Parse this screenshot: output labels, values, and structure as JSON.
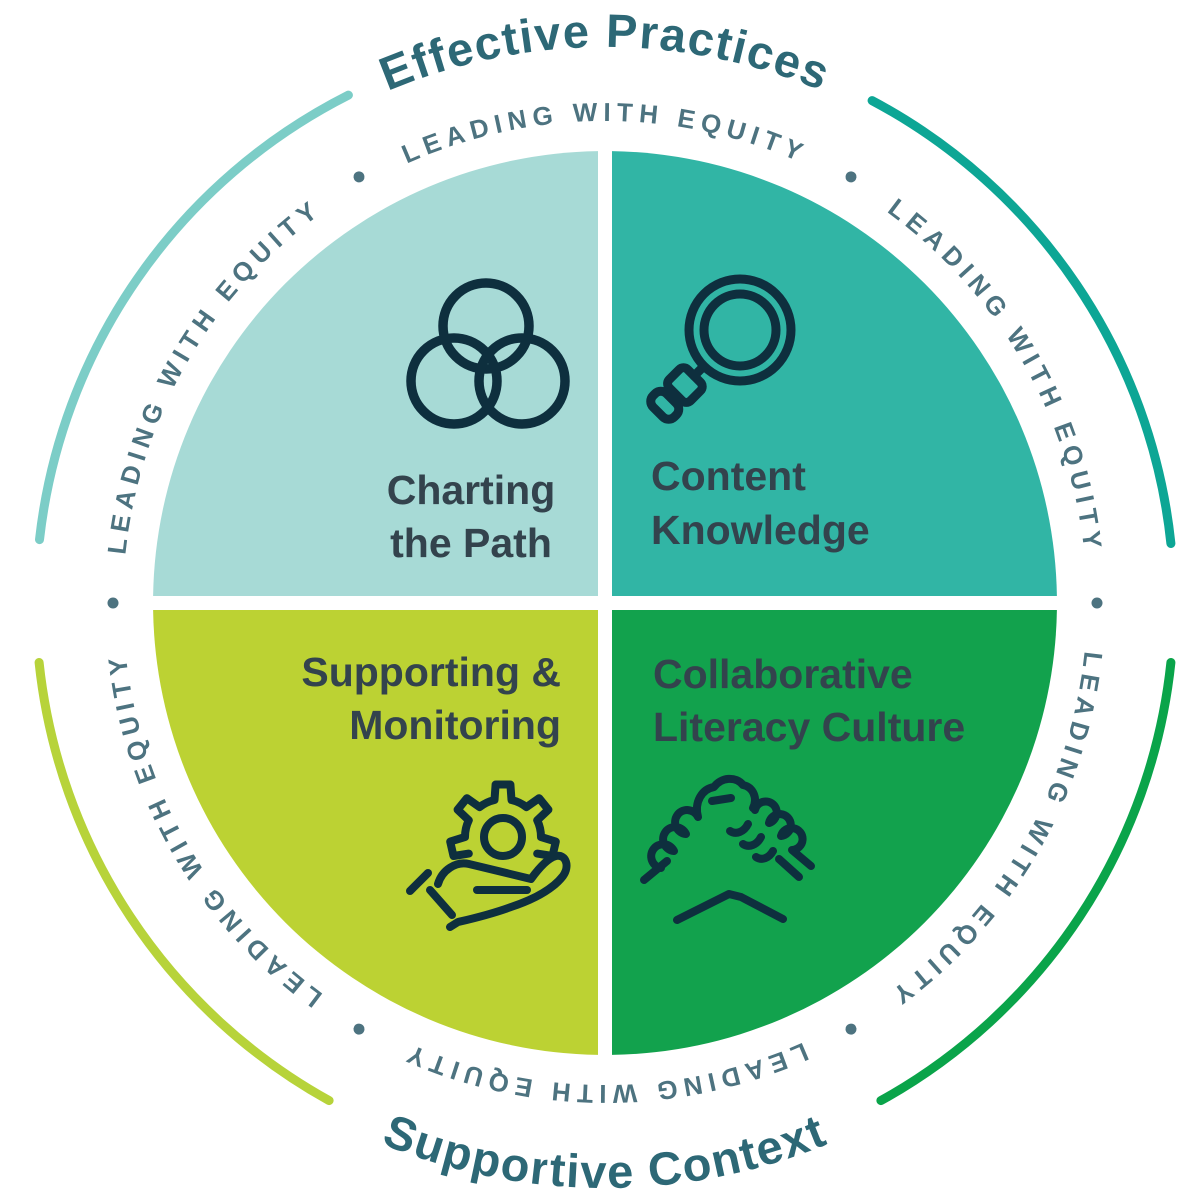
{
  "diagram": {
    "top_title": "Effective Practices",
    "bottom_title": "Supportive Context",
    "ring": {
      "phrase": "LEADING WITH EQUITY",
      "separator": "•",
      "repeat_count": 6
    },
    "quadrants": {
      "top_left": {
        "line1": "Charting",
        "line2": "the Path",
        "icon": "venn-circles-icon",
        "color": "#a7dad6"
      },
      "top_right": {
        "line1": "Content",
        "line2": "Knowledge",
        "icon": "magnifier-icon",
        "color": "#31b5a5"
      },
      "bottom_left": {
        "line1": "Supporting &",
        "line2": "Monitoring",
        "icon": "gear-hand-icon",
        "color": "#bcd233"
      },
      "bottom_right": {
        "line1": "Collaborative",
        "line2": "Literacy Culture",
        "icon": "handshake-icon",
        "color": "#12a24d"
      }
    },
    "arcs": {
      "top_left_color": "#7ccdc7",
      "top_right_color": "#0da695",
      "bottom_right_color": "#0aa44a",
      "bottom_left_color": "#b7d33a"
    },
    "colors": {
      "title": "#2d6876",
      "ring_text": "#4d7380",
      "label": "#33434d",
      "icon_stroke": "#0e2f3e",
      "background": "#ffffff"
    }
  }
}
